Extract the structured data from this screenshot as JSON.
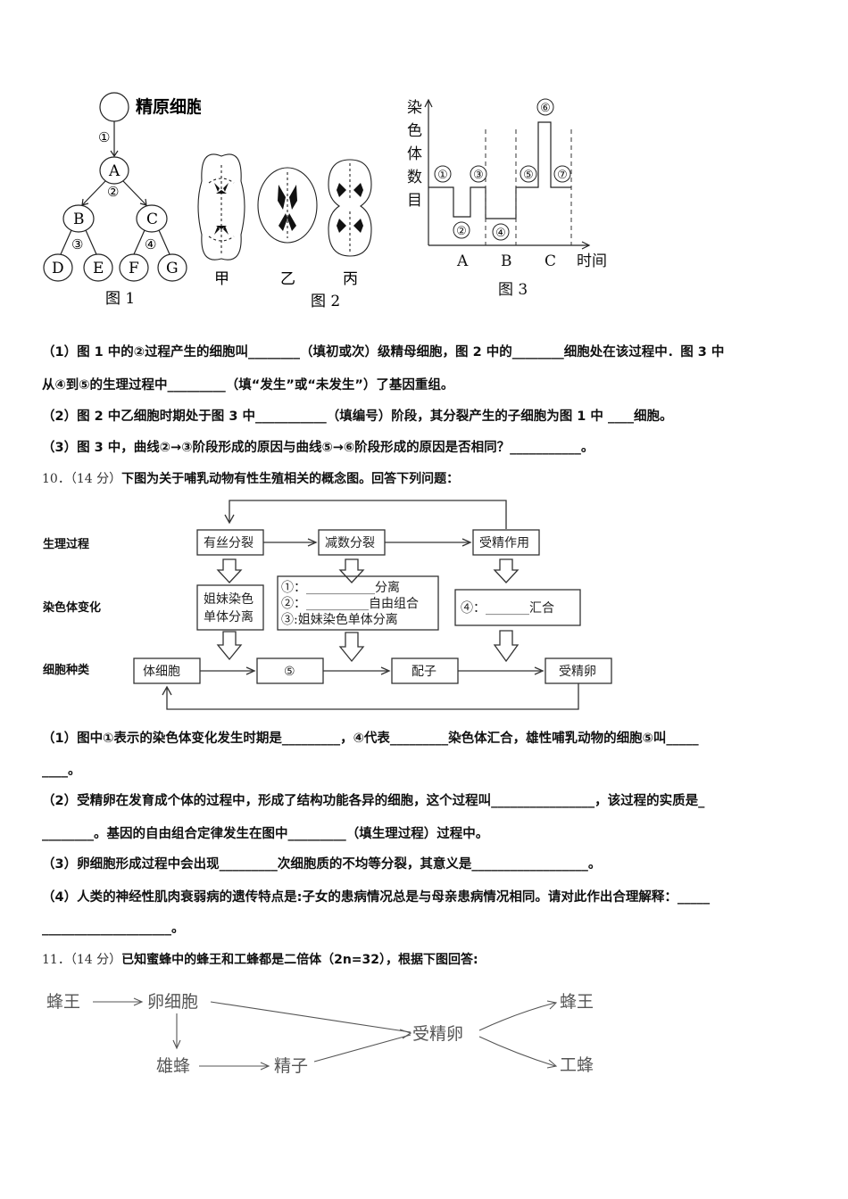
{
  "fig1": {
    "top_label": "精原细胞",
    "process1": "①",
    "process2": "②",
    "process3": "③",
    "process4": "④",
    "cells": [
      "A",
      "B",
      "C",
      "D",
      "E",
      "F",
      "G"
    ],
    "caption": "图 1"
  },
  "fig2": {
    "labels": [
      "甲",
      "乙",
      "丙"
    ],
    "caption": "图 2"
  },
  "fig3": {
    "ylabel": [
      "染",
      "色",
      "体",
      "数",
      "目"
    ],
    "xlabel": "时间",
    "ticks": [
      "A",
      "B",
      "C"
    ],
    "markers": [
      "①",
      "②",
      "③",
      "④",
      "⑤",
      "⑥",
      "⑦"
    ],
    "caption": "图 3"
  },
  "q9": {
    "line1": "（1）图 1 中的②过程产生的细胞叫________（填初或次）级精母细胞，图 2 中的________细胞处在该过程中．图 3 中",
    "line2": "从④到⑤的生理过程中_________（填“发生”或“未发生”）了基因重组。",
    "line3": "（2）图 2 中乙细胞时期处于图 3 中___________（填编号）阶段，其分裂产生的子细胞为图 1 中 ____细胞。",
    "line4": "（3）图 3 中，曲线②→③阶段形成的原因与曲线⑤→⑥阶段形成的原因是否相同？___________。"
  },
  "q10": {
    "num": "10．（14 分）",
    "text": "下图为关于哺乳动物有性生殖相关的概念图。回答下列问题：",
    "diagram": {
      "row1": "生理过程",
      "row2": "染色体变化",
      "row3": "细胞种类",
      "p1": "有丝分裂",
      "p2": "减数分裂",
      "p3": "受精作用",
      "c1a": "姐妹染色",
      "c1b": "单体分离",
      "c2a": "①：___________分离",
      "c2b": "②：__________自由组合",
      "c2c": "③:姐妹染色单体分离",
      "c3": "④：_______汇合",
      "k1": "体细胞",
      "k2": "⑤",
      "k3": "配子",
      "k4": "受精卵"
    },
    "line1": "（1）图中①表示的染色体变化发生时期是_________，④代表_________染色体汇合，雄性哺乳动物的细胞⑤叫_____",
    "line2": "____。",
    "line3": "（2）受精卵在发育成个体的过程中，形成了结构功能各异的细胞，这个过程叫________________，该过程的实质是_",
    "line4": "________。基因的自由组合定律发生在图中_________（填生理过程）过程中。",
    "line5": "（3）卵细胞形成过程中会出现_________次细胞质的不均等分裂，其意义是__________________。",
    "line6": "（4）人类的神经性肌肉衰弱病的遗传特点是:子女的患病情况总是与母亲患病情况相同。请对此作出合理解释：_____",
    "line7": "____________________。"
  },
  "q11": {
    "num": "11．（14 分）",
    "text": "已知蜜蜂中的蜂王和工蜂都是二倍体（2n=32），根据下图回答:",
    "diagram": {
      "queen": "蜂王",
      "egg": "卵细胞",
      "drone": "雄蜂",
      "sperm": "精子",
      "zygote": "受精卵",
      "queen2": "蜂王",
      "worker": "工蜂"
    }
  }
}
